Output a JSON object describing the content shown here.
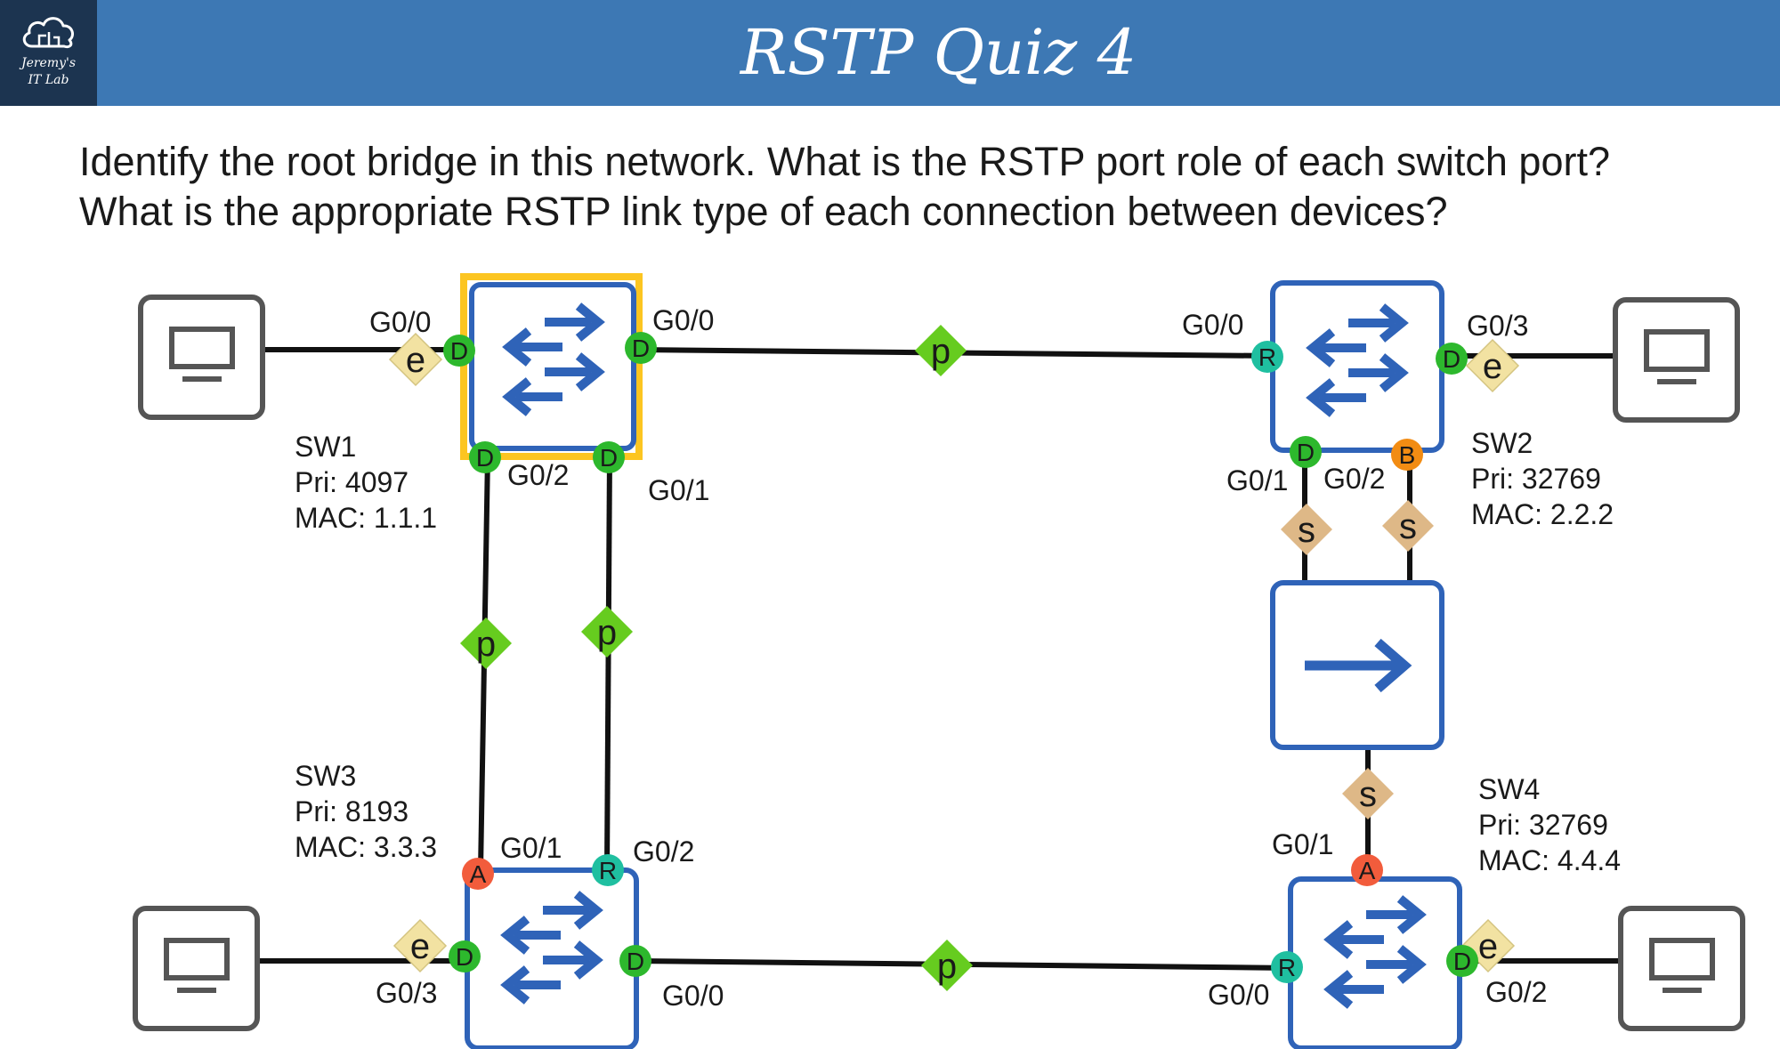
{
  "header": {
    "title": "RSTP Quiz 4",
    "logo_line1": "Jeremy's",
    "logo_line2": "IT Lab"
  },
  "question": {
    "line1": "Identify the root bridge in this network.  What is the RSTP port role of each switch port?",
    "line2": "What is the appropriate RSTP link type of each connection between devices?"
  },
  "colors": {
    "header_bg": "#3d78b4",
    "logo_bg": "#1c3450",
    "switch_border": "#2f63b8",
    "root_highlight": "#fcc521",
    "designated": "#2db82d",
    "root_port": "#1fbfa0",
    "alternate": "#f25c3c",
    "backup": "#f28c13",
    "p2p": "#66cc1f",
    "shared": "#deb887",
    "edge": "#f2e2a2"
  },
  "switches": {
    "sw1": {
      "name": "SW1",
      "priority": "Pri: 4097",
      "mac": "MAC: 1.1.1"
    },
    "sw2": {
      "name": "SW2",
      "priority": "Pri: 32769",
      "mac": "MAC: 2.2.2"
    },
    "sw3": {
      "name": "SW3",
      "priority": "Pri: 8193",
      "mac": "MAC: 3.3.3"
    },
    "sw4": {
      "name": "SW4",
      "priority": "Pri: 32769",
      "mac": "MAC: 4.4.4"
    }
  },
  "ports": {
    "sw1_g00_left": {
      "label": "G0/0",
      "role": "D"
    },
    "sw1_g00_right": {
      "label": "G0/0",
      "role": "D"
    },
    "sw1_g02": {
      "label": "G0/2",
      "role": "D"
    },
    "sw1_g01": {
      "label": "G0/1",
      "role": "D"
    },
    "sw2_g00": {
      "label": "G0/0",
      "role": "R"
    },
    "sw2_g03": {
      "label": "G0/3",
      "role": "D"
    },
    "sw2_g01": {
      "label": "G0/1",
      "role": "D"
    },
    "sw2_g02": {
      "label": "G0/2",
      "role": "B"
    },
    "sw3_g01": {
      "label": "G0/1",
      "role": "A"
    },
    "sw3_g02": {
      "label": "G0/2",
      "role": "R"
    },
    "sw3_g03": {
      "label": "G0/3",
      "role": "D"
    },
    "sw3_g00": {
      "label": "G0/0",
      "role": "D"
    },
    "sw4_g01": {
      "label": "G0/1",
      "role": "A"
    },
    "sw4_g00": {
      "label": "G0/0",
      "role": "R"
    },
    "sw4_g02": {
      "label": "G0/2",
      "role": "D"
    }
  },
  "links": {
    "pc1_sw1": "e",
    "sw1_sw2": "p",
    "sw1_sw3_a": "p",
    "sw1_sw3_b": "p",
    "sw2_pc2": "e",
    "sw2_hub_a": "s",
    "sw2_hub_b": "s",
    "hub_sw4": "s",
    "pc3_sw3": "e",
    "sw3_sw4": "p",
    "sw4_pc4": "e"
  }
}
